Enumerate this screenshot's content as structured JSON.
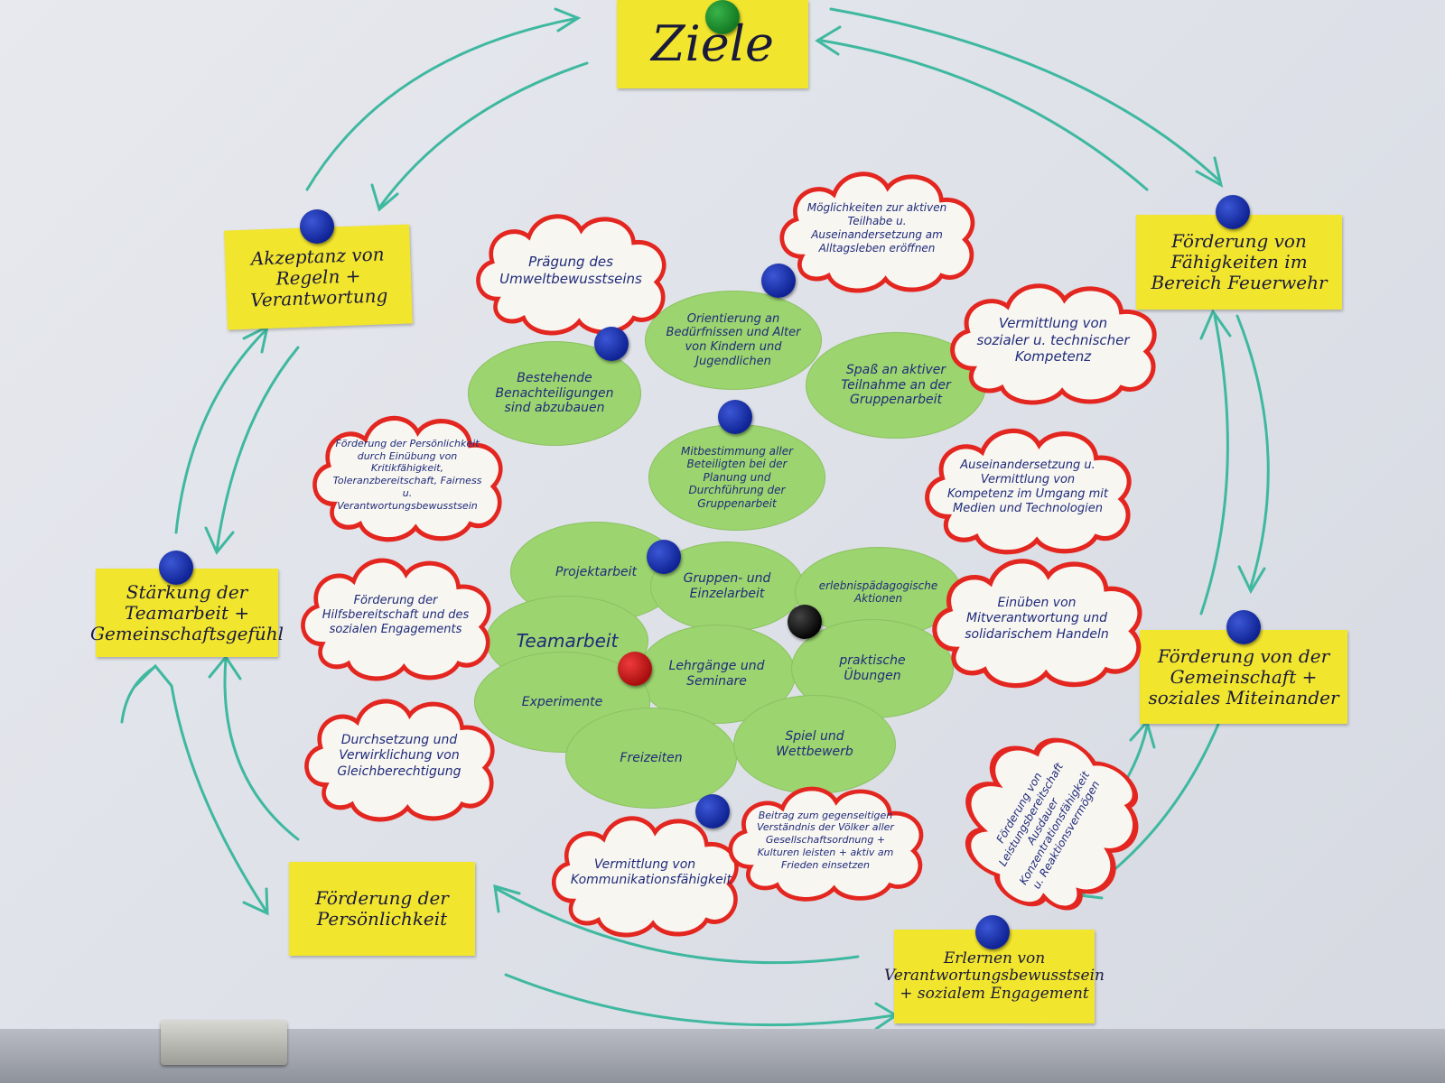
{
  "title": "Ziele",
  "goals": [
    {
      "id": "akzeptanz",
      "text": "Akzeptanz von Regeln + Verantwortung"
    },
    {
      "id": "faehigkeiten",
      "text": "Förderung von Fähigkeiten im Bereich Feuerwehr"
    },
    {
      "id": "teamarbeit",
      "text": "Stärkung der Teamarbeit + Gemeinschaftsgefühl"
    },
    {
      "id": "gemeinschaft",
      "text": "Förderung von der Gemeinschaft + soziales Miteinander"
    },
    {
      "id": "persoenlichkeit",
      "text": "Förderung der Persönlichkeit"
    },
    {
      "id": "verantwortung",
      "text": "Erlernen von Verantwortungsbewusstsein + sozialem Engagement"
    }
  ],
  "clouds": [
    {
      "id": "c1",
      "text": "Prägung des Umweltbewusstseins"
    },
    {
      "id": "c2",
      "text": "Möglichkeiten zur aktiven Teilhabe u. Auseinandersetzung am Alltagsleben eröffnen"
    },
    {
      "id": "c3",
      "text": "Vermittlung von sozialer u. technischer Kompetenz"
    },
    {
      "id": "c4",
      "text": "Förderung der Persönlichkeit durch Einübung von Kritikfähigkeit, Toleranzbereitschaft, Fairness u. Verantwortungsbewusstsein"
    },
    {
      "id": "c5",
      "text": "Auseinandersetzung u. Vermittlung von Kompetenz im Umgang mit Medien und Technologien"
    },
    {
      "id": "c6",
      "text": "Förderung der Hilfsbereitschaft und des sozialen Engagements"
    },
    {
      "id": "c7",
      "text": "Einüben von Mitverantwortung und solidarischem Handeln"
    },
    {
      "id": "c8",
      "text": "Durchsetzung und Verwirklichung von Gleichberechtigung"
    },
    {
      "id": "c9",
      "text": "Vermittlung von Kommunikationsfähigkeit"
    },
    {
      "id": "c10",
      "text": "Beitrag zum gegenseitigen Verständnis der Völker aller Gesellschaftsordnung + Kulturen leisten + aktiv am Frieden einsetzen"
    },
    {
      "id": "c11",
      "text": "Förderung von Leistungsbereitschaft Ausdauer Konzentrationsfähigkeit u. Reaktionsvermögen"
    }
  ],
  "ovals": [
    {
      "id": "o1",
      "text": "Bestehende Benachteiligungen sind abzubauen"
    },
    {
      "id": "o2",
      "text": "Orientierung an Bedürfnissen und Alter von Kindern und Jugendlichen"
    },
    {
      "id": "o3",
      "text": "Spaß an aktiver Teilnahme an der Gruppenarbeit"
    },
    {
      "id": "o4",
      "text": "Mitbestimmung aller Beteiligten bei der Planung und Durchführung der Gruppenarbeit"
    }
  ],
  "methods": [
    {
      "id": "m1",
      "text": "Projektarbeit"
    },
    {
      "id": "m2",
      "text": "Gruppen- und Einzelarbeit"
    },
    {
      "id": "m3",
      "text": "erlebnispädagogische Aktionen"
    },
    {
      "id": "m4",
      "text": "Teamarbeit"
    },
    {
      "id": "m5",
      "text": "Lehrgänge und Seminare"
    },
    {
      "id": "m6",
      "text": "praktische Übungen"
    },
    {
      "id": "m7",
      "text": "Experimente"
    },
    {
      "id": "m8",
      "text": "Freizeiten"
    },
    {
      "id": "m9",
      "text": "Spiel und Wettbewerb"
    }
  ],
  "colors": {
    "note": "#f2e52e",
    "cloud_border": "#e3261f",
    "cloud_fill": "#f8f6f1",
    "oval": "#9cd46f",
    "marker": "#3fb8a0",
    "ink": "#1f2b7a"
  }
}
